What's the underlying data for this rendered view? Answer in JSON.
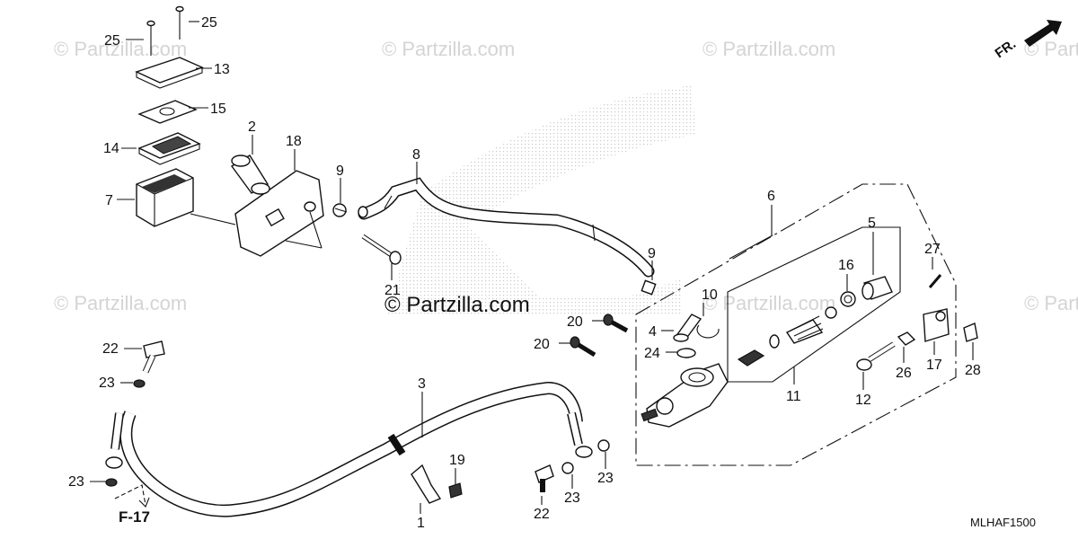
{
  "diagram": {
    "code": "MLHAF1500",
    "watermark_large": "© Partzilla.com",
    "watermark_small": "© Partzilla.com",
    "ref_label": "F-17",
    "direction_label": "FR.",
    "callouts": {
      "p25a": "25",
      "p25b": "25",
      "p13": "13",
      "p15": "15",
      "p14": "14",
      "p7": "7",
      "p2": "2",
      "p18": "18",
      "p9a": "9",
      "p8": "8",
      "p21": "21",
      "p9b": "9",
      "p6": "6",
      "p10": "10",
      "p4": "4",
      "p24": "24",
      "p20a": "20",
      "p20b": "20",
      "p5": "5",
      "p16": "16",
      "p11": "11",
      "p12": "12",
      "p26": "26",
      "p17": "17",
      "p27": "27",
      "p28": "28",
      "p22a": "22",
      "p23a": "23",
      "p23b": "23",
      "p3": "3",
      "p19": "19",
      "p1": "1",
      "p22b": "22",
      "p23c": "23",
      "p23d": "23"
    }
  }
}
